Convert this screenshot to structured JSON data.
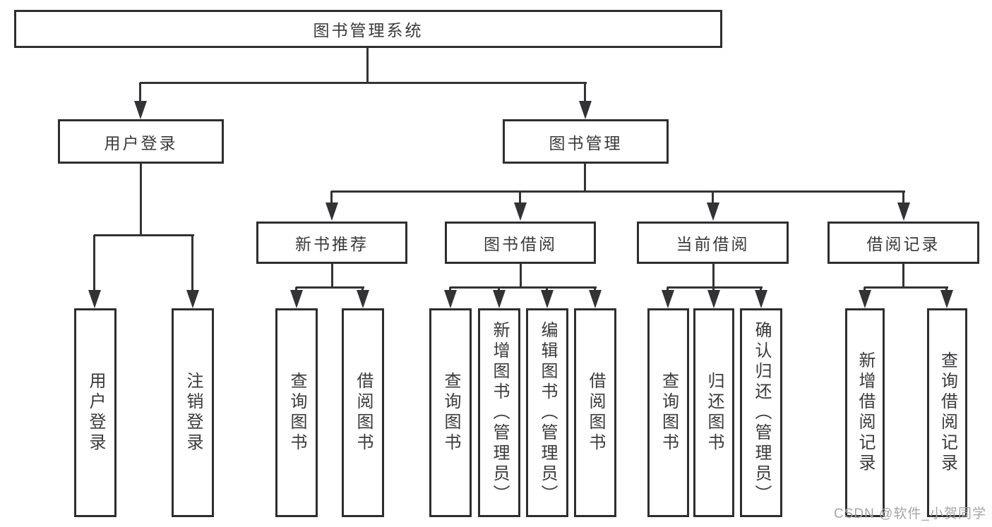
{
  "diagram": {
    "root": {
      "label": "图书管理系统"
    },
    "level2": {
      "user_login": {
        "label": "用户登录"
      },
      "book_management": {
        "label": "图书管理"
      }
    },
    "level3": {
      "new_book_recommend": {
        "label": "新书推荐"
      },
      "book_borrowing": {
        "label": "图书借阅"
      },
      "current_borrowing": {
        "label": "当前借阅"
      },
      "borrowing_records": {
        "label": "借阅记录"
      }
    },
    "leaves": {
      "user_login": [
        "用户登录",
        "注销登录"
      ],
      "new_book_recommend": [
        "查询图书",
        "借阅图书"
      ],
      "book_borrowing": [
        "查询图书",
        "新增图书（管理员）",
        "编辑图书（管理员）",
        "借阅图书"
      ],
      "current_borrowing": [
        "查询图书",
        "归还图书",
        "确认归还（管理员）"
      ],
      "borrowing_records": [
        "新增借阅记录",
        "查询借阅记录"
      ]
    },
    "watermark": "CSDN @软件_小贺同学",
    "colors": {
      "line": "#333335",
      "border": "#2e2e30",
      "text": "#3a3a3c",
      "watermark": "#a8a4a4",
      "background": "#ffffff"
    }
  }
}
